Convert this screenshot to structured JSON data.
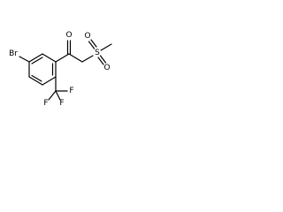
{
  "molecule": {
    "atoms": {
      "oxygen_ketone": "O",
      "sulfur": "S",
      "oxygen_sulfonyl_top": "O",
      "oxygen_sulfonyl_bottom": "O",
      "bromine": "Br",
      "fluorine_1": "F",
      "fluorine_2": "F",
      "fluorine_3": "F"
    }
  }
}
